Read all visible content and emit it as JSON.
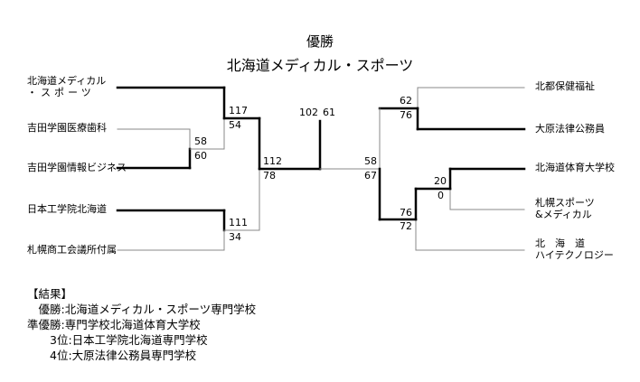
{
  "title": {
    "line1": "優勝",
    "line2": "北海道メディカル・スポーツ"
  },
  "left_teams": [
    {
      "line1": "北海道メディカル",
      "line2": "・スポーツ"
    },
    {
      "line1": "吉田学園医療歯科"
    },
    {
      "line1": "吉田学園情報ビジネス"
    },
    {
      "line1": "日本工学院北海道"
    },
    {
      "line1": "札幌商工会議所付属"
    }
  ],
  "right_teams": [
    {
      "line1": "北都保健福祉"
    },
    {
      "line1": "大原法律公務員"
    },
    {
      "line1": "北海道体育大学校"
    },
    {
      "line1": "札幌スポーツ",
      "line2": "&メディカル"
    },
    {
      "line1": "北　海　道",
      "line2": "ハイテクノロジー"
    }
  ],
  "scores": {
    "l_sf_top": "58",
    "l_sf_bot": "60",
    "l_qf_top": "117",
    "l_qf_bot": "54",
    "l_qf2_top": "111",
    "l_qf2_bot": "34",
    "l_semi_top": "112",
    "l_semi_bot": "78",
    "final_left": "102",
    "final_right": "61",
    "r_semi_top": "58",
    "r_semi_bot": "67",
    "r_qf_top": "62",
    "r_qf_bot": "76",
    "r_sf_top": "20",
    "r_sf_bot": "0",
    "r_qf2_top": "76",
    "r_qf2_bot": "72"
  },
  "results": {
    "heading": "【結果】",
    "lines": [
      "　優勝:北海道メディカル・スポーツ専門学校",
      "準優勝:専門学校北海道体育大学校",
      "　　3位:日本工学院北海道専門学校",
      "　　4位:大原法律公務員専門学校"
    ]
  }
}
